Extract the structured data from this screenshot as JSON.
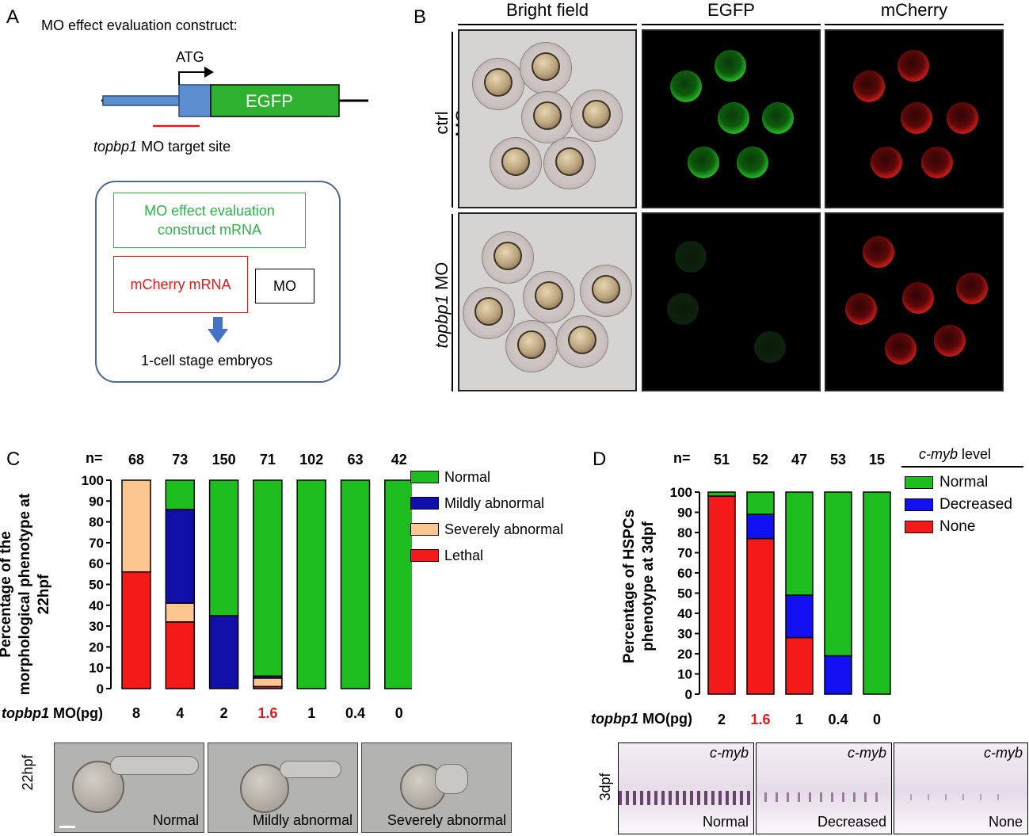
{
  "panel_a": {
    "label": "A",
    "title": "MO effect evaluation construct:",
    "atg": "ATG",
    "egfp": "EGFP",
    "target_gene": "topbp1",
    "target_suffix": "MO target site",
    "construct_box": "MO effect evaluation construct mRNA",
    "mcherry_box": "mCherry mRNA",
    "mo_box": "MO",
    "embryos": "1-cell stage embryos"
  },
  "panel_b": {
    "label": "B",
    "columns": [
      "Bright field",
      "EGFP",
      "mCherry"
    ],
    "row1": "ctrl MO",
    "row2_gene": "topbp1",
    "row2_suffix": "MO"
  },
  "panel_c": {
    "label": "C",
    "n_label": "n=",
    "xlabel_gene": "topbp1",
    "xlabel_suffix": "MO(pg)",
    "stage": "22hpf",
    "images": [
      "Normal",
      "Mildly abnormal",
      "Severely abnormal"
    ],
    "colors": {
      "Normal": "#1ebd1e",
      "Mildly abnormal": "#1010a8",
      "Severely abnormal": "#fbc690",
      "Lethal": "#f51a1a",
      "highlight": "#e01b1b"
    }
  },
  "panel_d": {
    "label": "D",
    "n_label": "n=",
    "legend_title_gene": "c-myb",
    "legend_title_suffix": "level",
    "xlabel_gene": "topbp1",
    "xlabel_suffix": "MO(pg)",
    "stage": "3dpf",
    "probe": "c-myb",
    "images": [
      "Normal",
      "Decreased",
      "None"
    ],
    "colors": {
      "Normal": "#1ebd1e",
      "Decreased": "#1010f0",
      "None": "#f51a1a",
      "highlight": "#e01b1b"
    }
  },
  "chart_data": [
    {
      "type": "bar",
      "stacked": true,
      "ylabel": "Percentage of the morphological phenotype at 22hpf",
      "xlabel": "topbp1 MO(pg)",
      "categories": [
        "8",
        "4",
        "2",
        "1.6",
        "1",
        "0.4",
        "0"
      ],
      "highlight_category": "1.6",
      "n": [
        68,
        73,
        150,
        71,
        102,
        63,
        42
      ],
      "ylim": [
        0,
        100
      ],
      "yticks": [
        0,
        10,
        20,
        30,
        40,
        50,
        60,
        70,
        80,
        90,
        100
      ],
      "legend_position": "right",
      "series": [
        {
          "name": "Lethal",
          "values": [
            56,
            32,
            0,
            1,
            0,
            0,
            0
          ]
        },
        {
          "name": "Severely abnormal",
          "values": [
            44,
            9,
            0,
            4,
            0,
            0,
            0
          ]
        },
        {
          "name": "Mildly abnormal",
          "values": [
            0,
            45,
            35,
            1,
            0,
            0,
            0
          ]
        },
        {
          "name": "Normal",
          "values": [
            0,
            14,
            65,
            94,
            100,
            100,
            100
          ]
        }
      ],
      "legend": [
        "Normal",
        "Mildly abnormal",
        "Severely abnormal",
        "Lethal"
      ]
    },
    {
      "type": "bar",
      "stacked": true,
      "ylabel": "Percentage of HSPCs phenotype at 3dpf",
      "xlabel": "topbp1 MO(pg)",
      "categories": [
        "2",
        "1.6",
        "1",
        "0.4",
        "0"
      ],
      "highlight_category": "1.6",
      "n": [
        51,
        52,
        47,
        53,
        15
      ],
      "ylim": [
        0,
        100
      ],
      "yticks": [
        0,
        10,
        20,
        30,
        40,
        50,
        60,
        70,
        80,
        90,
        100
      ],
      "legend_position": "right",
      "series": [
        {
          "name": "None",
          "values": [
            98,
            77,
            28,
            0,
            0
          ]
        },
        {
          "name": "Decreased",
          "values": [
            0,
            12,
            21,
            19,
            0
          ]
        },
        {
          "name": "Normal",
          "values": [
            2,
            11,
            51,
            81,
            100
          ]
        }
      ],
      "legend": [
        "Normal",
        "Decreased",
        "None"
      ]
    }
  ]
}
